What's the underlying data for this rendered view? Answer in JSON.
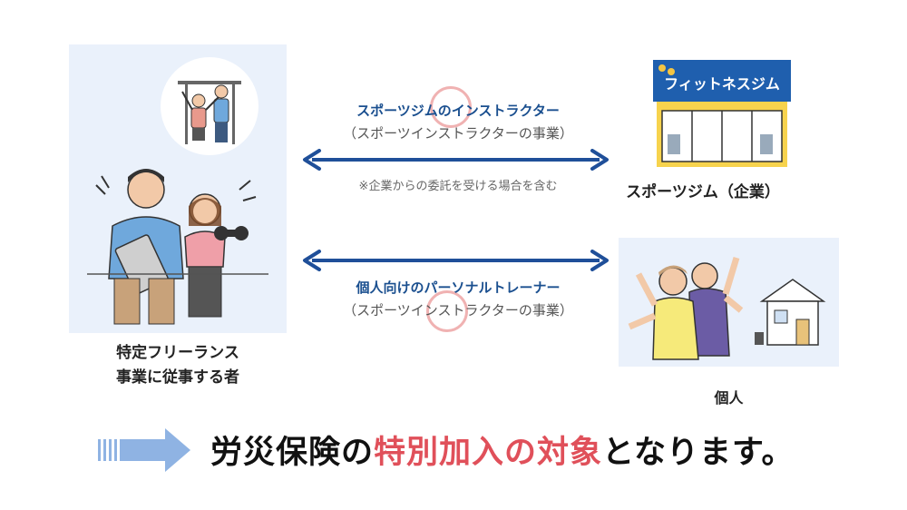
{
  "left": {
    "label_line1": "特定フリーランス",
    "label_line2": "事業に従事する者"
  },
  "upper": {
    "title": "スポーツジムのインストラクター",
    "subtitle": "（スポーツインストラクターの事業）",
    "note": "※企業からの委託を受ける場合を含む"
  },
  "lower": {
    "title": "個人向けのパーソナルトレーナー",
    "subtitle": "（スポーツインストラクターの事業）"
  },
  "gym": {
    "sign": "フィットネスジム",
    "label": "スポーツジム（企業）"
  },
  "person": {
    "label": "個人"
  },
  "bottom": {
    "part1": "労災保険の",
    "highlight": "特別加入の対象",
    "part2": "となります。"
  },
  "colors": {
    "arrow": "#1f4f99",
    "highlight": "#e0505a",
    "panel_bg": "#eaf1fb",
    "ring": "#f0b2b2",
    "bottom_arrow": "#8fb3e3"
  }
}
